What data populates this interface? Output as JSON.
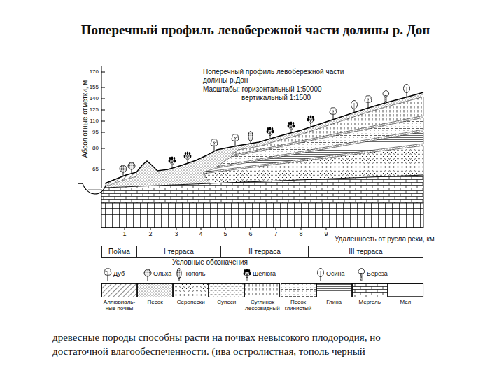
{
  "diagram": {
    "title": "Поперечный профиль левобережной части долины р. Дон",
    "caption": "древесные породы способны расти на почвах невысокого плодородия, но достаточной влагообеспеченности. (ива остролистная, тополь черный",
    "nodes": [
      {
        "text": [
          "Пойма"
        ]
      },
      {
        "text": [
          "I терраса"
        ]
      },
      {
        "text": [
          "II терраса"
        ]
      },
      {
        "text": [
          "III терраса"
        ]
      }
    ],
    "labels": [
      "Поперечный профиль левобережной части долины р.Дон",
      "Масштабы: горизонтальный 1:50000",
      "вертикальный 1:1500",
      "Абсолютные отметки, м",
      "170",
      "155",
      "140",
      "125",
      "110",
      "95",
      "80",
      "65",
      "1",
      "2",
      "3",
      "4",
      "5",
      "6",
      "7",
      "8",
      "9",
      "Удаленность от русла реки, км",
      "Условные обозначения"
    ],
    "legend": [
      {
        "text": "Дуб"
      },
      {
        "text": "Ольха"
      },
      {
        "text": "Тополь"
      },
      {
        "text": "Шелюга"
      },
      {
        "text": "Осина"
      },
      {
        "text": "Береза"
      },
      {
        "text": "Аллювиаль-ные почвы"
      },
      {
        "text": "Песок"
      },
      {
        "text": "Серопески"
      },
      {
        "text": "Супеси"
      },
      {
        "text": "Суглинок лессовидный"
      },
      {
        "text": "Песок глинистый"
      },
      {
        "text": "Глина"
      },
      {
        "text": "Мергель"
      },
      {
        "text": "Мел"
      }
    ]
  }
}
